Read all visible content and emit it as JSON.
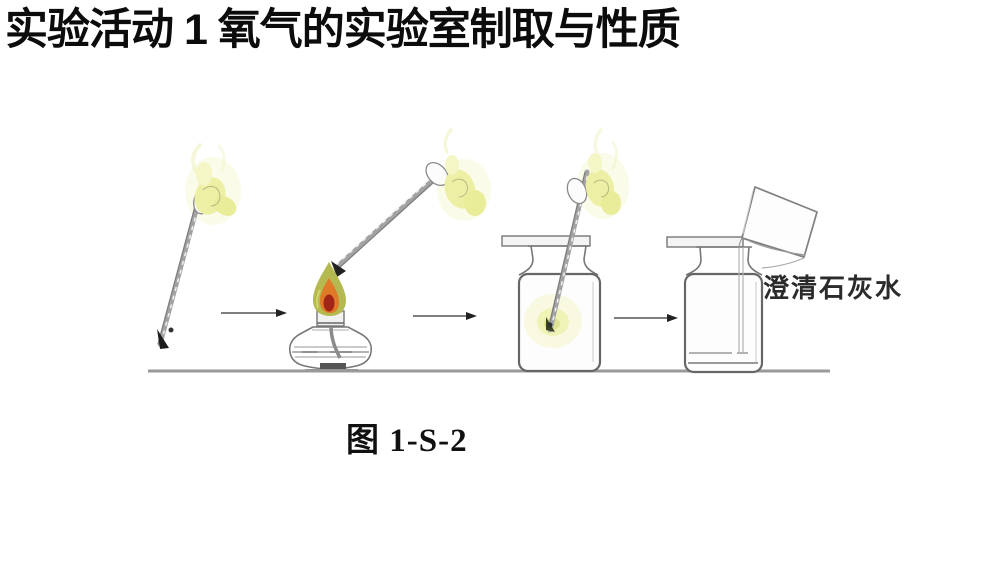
{
  "page_title": "实验活动 1 氧气的实验室制取与性质",
  "figure": {
    "caption": "图 1-S-2",
    "limewater_label": "澄清石灰水",
    "step_icons": [
      "burning-splint-icon",
      "alcohol-lamp-relight-splint-icon",
      "splint-in-gas-bottle-icon",
      "pour-limewater-into-bottle-icon"
    ],
    "colors": {
      "flame_pale": "#edf0a4",
      "flame_pale_light": "#f7f8da",
      "flame_accent": "#e9ec98",
      "flame_tip": "#f4f6c6",
      "lamp_flame_outer": "#b4ba50",
      "lamp_flame_mid": "#e07a28",
      "lamp_flame_inner": "#a22515",
      "glow": "#f0f3b6"
    }
  }
}
